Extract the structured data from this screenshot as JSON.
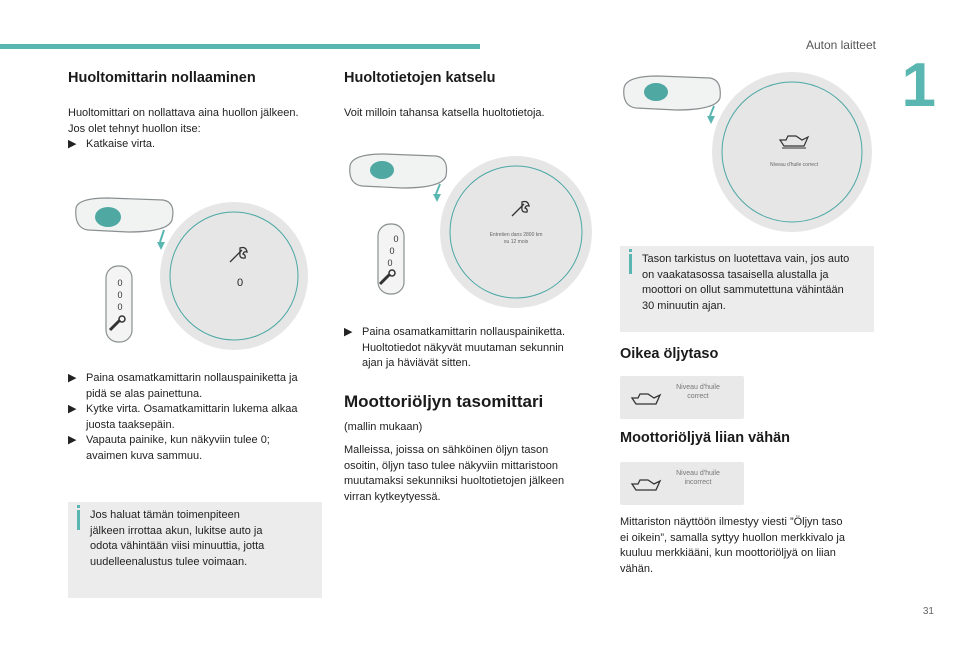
{
  "header": {
    "section": "Auton laitteet",
    "chapter": "1",
    "page": "31"
  },
  "col1": {
    "title": "Huoltomittarin nollaaminen",
    "intro": [
      "Huoltomittari on nollattava aina huollon jälkeen.",
      "Jos olet tehnyt huollon itse:"
    ],
    "intro_bullet": "Katkaise virta.",
    "figure": {
      "counter_digits": [
        "0",
        "0",
        "0"
      ],
      "display_value": "0"
    },
    "bullets": [
      [
        "Paina osamatkamittarin nollauspainiketta ja",
        "pidä se alas painettuna."
      ],
      [
        "Kytke virta. Osamatkamittarin lukema alkaa",
        "juosta taaksepäin."
      ],
      [
        "Vapauta painike, kun näkyviin tulee 0;",
        "avaimen kuva sammuu."
      ]
    ],
    "note": [
      "Jos haluat tämän toimenpiteen",
      "jälkeen irrottaa akun, lukitse auto ja",
      "odota vähintään viisi minuuttia, jotta",
      "uudelleenalustus tulee voimaan."
    ]
  },
  "col2": {
    "title": "Huoltotietojen katselu",
    "intro": "Voit milloin tahansa katsella huoltotietoja.",
    "figure": {
      "counter_digits": [
        "0",
        "0",
        "0"
      ],
      "display_lines": [
        "Entretien dans 2800 km",
        "ou 12 mois"
      ]
    },
    "bullet": [
      "Paina osamatkamittarin nollauspainiketta.",
      "Huoltotiedot näkyvät muutaman sekunnin",
      "ajan ja häviävät sitten."
    ],
    "oil_title": "Moottoriöljyn tasomittari",
    "oil_subtitle": "(mallin mukaan)",
    "oil_body": [
      "Malleissa, joissa on sähköinen öljyn tason",
      "osoitin, öljyn taso tulee näkyviin mittaristoon",
      "muutamaksi sekunniksi huoltotietojen jälkeen",
      "virran kytkeytyessä."
    ]
  },
  "col3": {
    "figure": {
      "display_text": "Niveau d'huile correct"
    },
    "note": [
      "Tason tarkistus on luotettava vain, jos auto",
      "on vaakatasossa tasaisella alustalla ja",
      "moottori on ollut sammutettuna vähintään",
      "30 minuutin ajan."
    ],
    "ok_title": "Oikea öljytaso",
    "ok_thumb": [
      "Niveau d'huile",
      "correct"
    ],
    "low_title": "Moottoriöljyä liian vähän",
    "low_thumb": [
      "Niveau d'huile",
      "incorrect"
    ],
    "low_body": [
      "Mittariston näyttöön ilmestyy viesti ”Öljyn taso",
      "ei oikein”, samalla syttyy huollon merkkivalo ja",
      "kuuluu merkkiääni, kun moottoriöljyä on liian",
      "vähän."
    ]
  },
  "colors": {
    "accent": "#5ab6b0",
    "note_bg": "#ececec",
    "gauge_ring": "#4aa8a4",
    "gauge_bg": "#e6e6e6"
  },
  "icons": [
    "wrench-icon",
    "oil-can-icon",
    "info-icon",
    "arrow-icon"
  ]
}
